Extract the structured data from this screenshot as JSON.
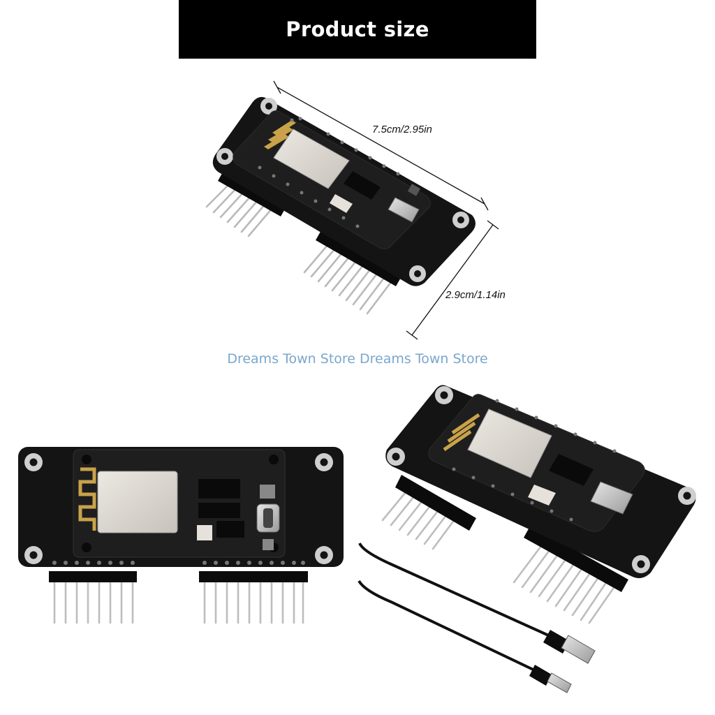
{
  "banner": {
    "title": "Product size"
  },
  "dimensions": {
    "length": "7.5cm/2.95in",
    "width": "2.9cm/1.14in"
  },
  "watermark": "Dreams Town Store Dreams Town Store",
  "colors": {
    "banner_bg": "#000000",
    "pcb": "#141414",
    "module_shield": "#d9d4cd",
    "antenna": "#c9a24a",
    "watermark": "#7aa6cc"
  }
}
